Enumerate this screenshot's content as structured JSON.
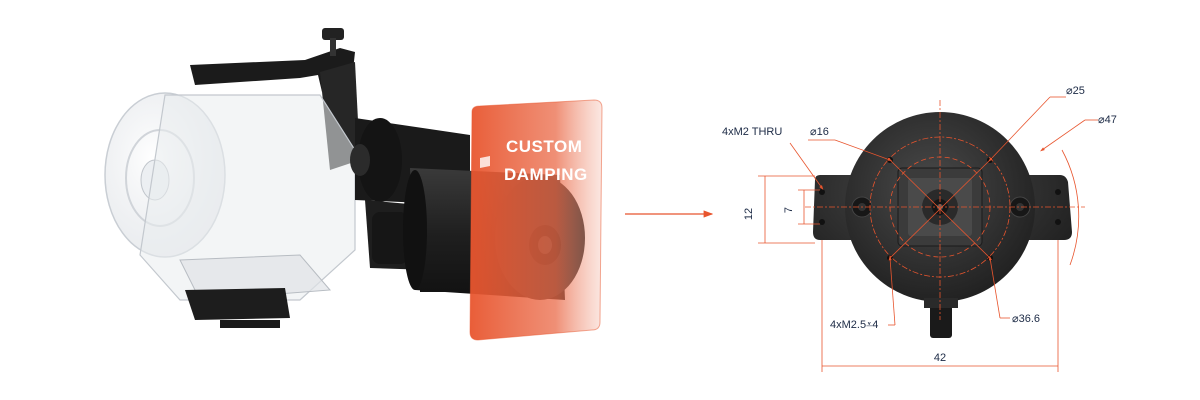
{
  "product": {
    "callout_line1": "CUSTOM",
    "callout_line2": "DAMPING"
  },
  "drawing": {
    "labels": {
      "through_holes": "4xM2 THRU",
      "diameter_16": "⌀16",
      "diameter_25": "⌀25",
      "diameter_47": "⌀47",
      "diameter_36_6": "⌀36.6",
      "threaded_holes": "4xM2.5⩡4",
      "height_outer": "12",
      "height_inner": "7",
      "width_overall": "42"
    }
  },
  "colors": {
    "accent": "#e8552e",
    "dimension_line": "#e8552e",
    "body_dark": "#2e2e2e",
    "label_text": "#1c2a45"
  }
}
